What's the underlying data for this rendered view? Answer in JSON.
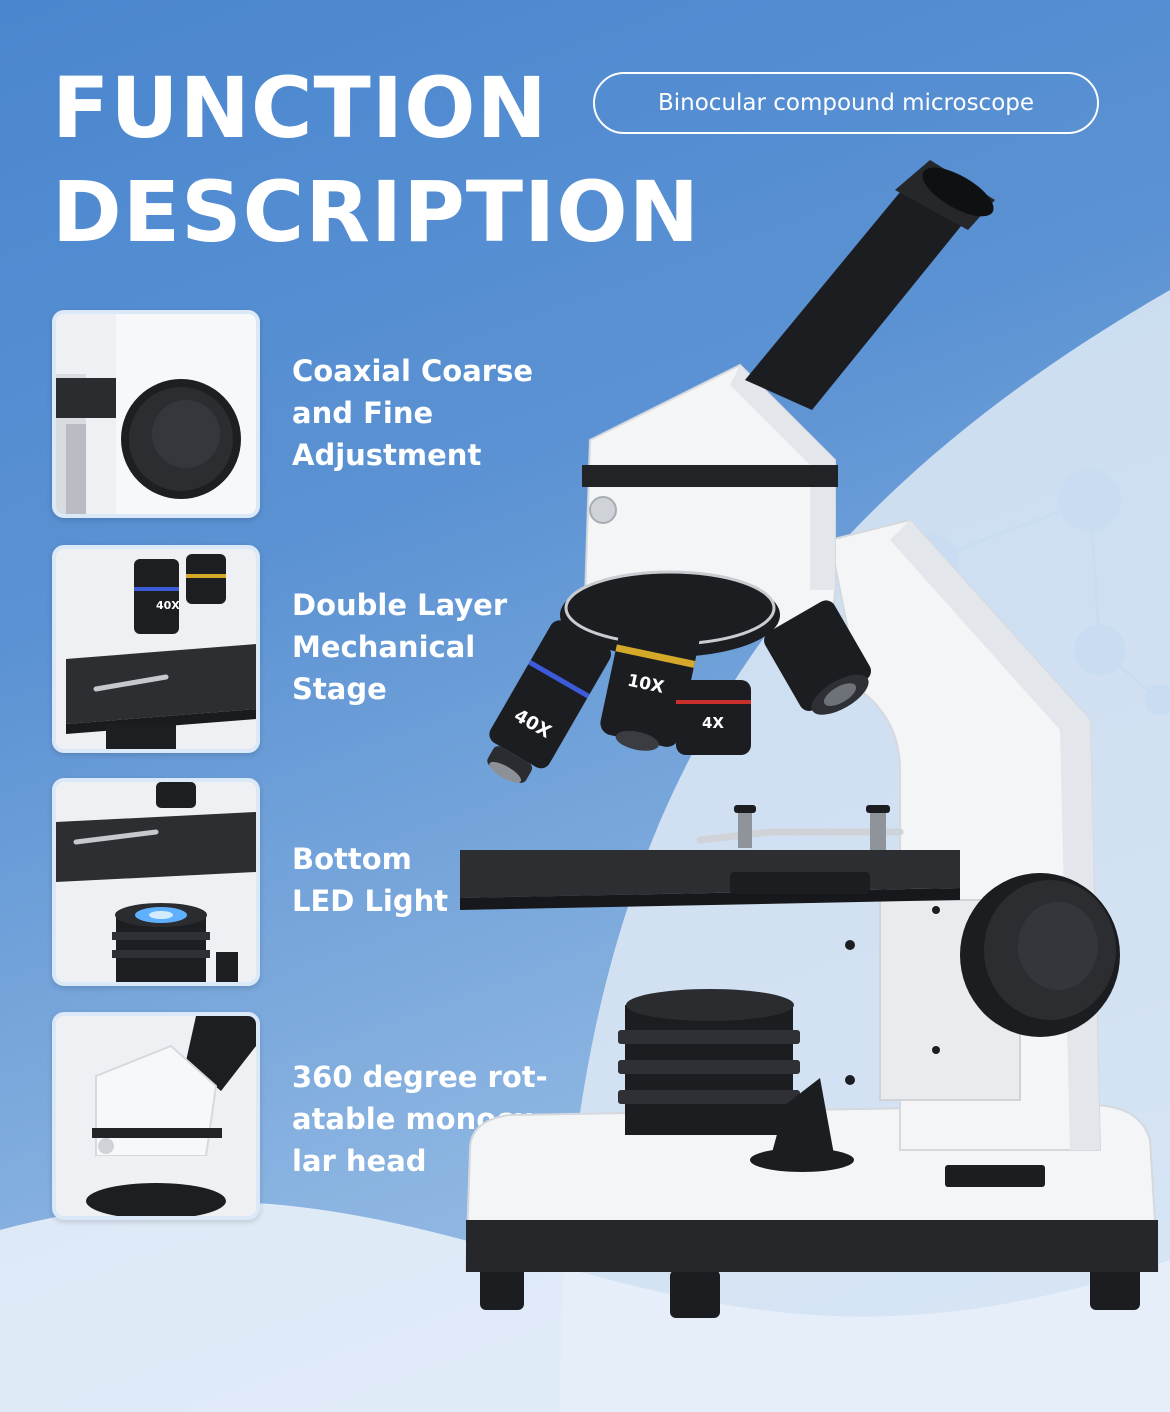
{
  "header": {
    "title_line1": "FUNCTION",
    "title_line2": "DESCRIPTION",
    "pill_label": "Binocular compound microscope"
  },
  "features": [
    {
      "lines": [
        "Coaxial Coarse",
        "and Fine",
        "Adjustment"
      ],
      "icon": "focus-knob-icon"
    },
    {
      "lines": [
        "Double Layer",
        "Mechanical",
        "Stage"
      ],
      "icon": "stage-icon"
    },
    {
      "lines": [
        "Bottom",
        "LED Light"
      ],
      "icon": "led-light-icon"
    },
    {
      "lines": [
        "360 degree rot-",
        "atable monocu-",
        "lar head"
      ],
      "icon": "rotating-head-icon"
    }
  ],
  "objectives": {
    "a": "40X",
    "b": "10X",
    "c": "4X"
  },
  "thumb_objective_label": "40X",
  "colors": {
    "background_blue": "#4a86cf",
    "text": "#ffffff",
    "scope_white": "#f4f5f7",
    "scope_black": "#1c1d20"
  }
}
